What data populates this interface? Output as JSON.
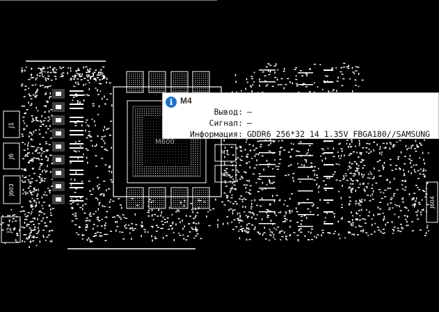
{
  "board": {
    "labels": {
      "j1": "J1",
      "j6": "J6",
      "j603": "J603",
      "j2": "J2",
      "j604": "J604",
      "chip": "M600",
      "m7": "M7",
      "m8": "M8"
    }
  },
  "tooltip": {
    "icon": "info-icon",
    "title": "M4",
    "rows": [
      {
        "label": "Вывод:",
        "value": "—"
      },
      {
        "label": "Сигнал:",
        "value": "—"
      },
      {
        "label": "Информация:",
        "value": "GDDR6 256*32 14 1.35V FBGA180//SAMSUNG"
      }
    ]
  },
  "colors": {
    "background": "#000000",
    "trace": "#ffffff",
    "tooltip_bg": "#ffffff",
    "info_icon": "#1e70cf"
  }
}
